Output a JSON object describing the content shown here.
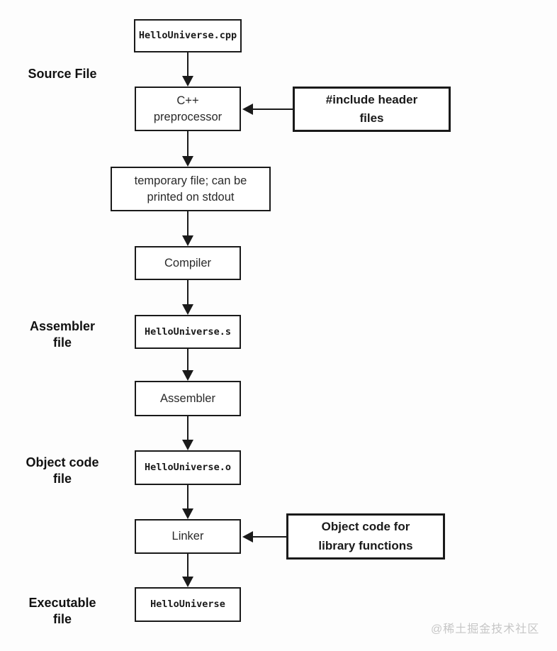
{
  "diagram": {
    "nodes": {
      "source_file": "HelloUniverse.cpp",
      "preprocessor": "C++\npreprocessor",
      "include_headers": "#include header\nfiles",
      "temp_file": "temporary file; can be\nprinted on stdout",
      "compiler": "Compiler",
      "assembler_file": "HelloUniverse.s",
      "assembler": "Assembler",
      "object_file": "HelloUniverse.o",
      "linker": "Linker",
      "library_object_code": "Object code for\nlibrary functions",
      "executable": "HelloUniverse"
    },
    "side_labels": {
      "source_file": "Source File",
      "assembler_file": "Assembler\nfile",
      "object_code_file": "Object code\nfile",
      "executable_file": "Executable\nfile"
    },
    "watermark": "@稀土掘金技术社区",
    "colors": {
      "line": "#1a1a1a",
      "box_background": "#ffffff",
      "watermark_text": "#c6c6c6",
      "page_background": "#fdfdfd"
    }
  }
}
